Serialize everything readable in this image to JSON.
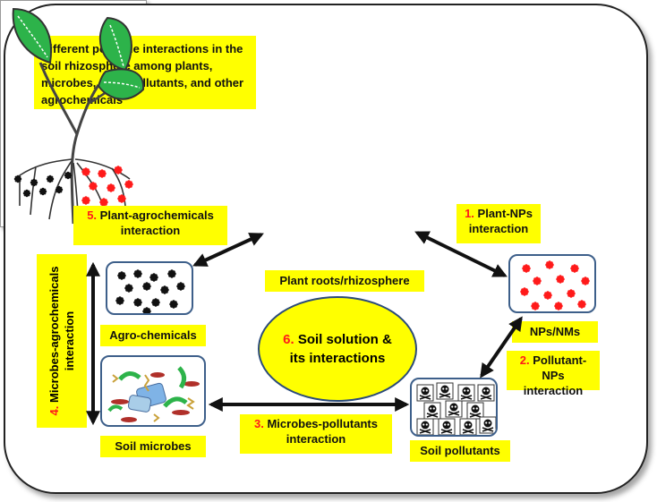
{
  "title": "Different possible interactions in the soil rhizosphere among plants, microbes, NPs, pollutants, and other agrochemicals",
  "nodes": {
    "plant_roots": "Plant roots/rhizosphere",
    "agro_chemicals": "Agro-chemicals",
    "soil_microbes": "Soil microbes",
    "nps_nms": "NPs/NMs",
    "soil_pollutants": "Soil pollutants"
  },
  "interactions": {
    "i1": {
      "num": "1.",
      "text_a": "Plant-NPs",
      "text_b": "interaction"
    },
    "i2": {
      "num": "2.",
      "text_a": "Pollutant-",
      "text_b": "NPs interaction"
    },
    "i3": {
      "num": "3.",
      "text_a": "Microbes-pollutants",
      "text_b": "interaction"
    },
    "i4": {
      "num": "4.",
      "text_a": "Microbes-agrochemicals",
      "text_b": "interaction"
    },
    "i5": {
      "num": "5.",
      "text_a": "Plant-agrochemicals",
      "text_b": "interaction"
    },
    "i6": {
      "num": "6.",
      "text_a": "Soil solution &",
      "text_b": "its interactions"
    }
  },
  "colors": {
    "label_bg": "#ffff00",
    "number": "#ff1a1a",
    "leaf": "#2db34a",
    "np_particle": "#ff1a1a",
    "agro_particle": "#111111"
  }
}
